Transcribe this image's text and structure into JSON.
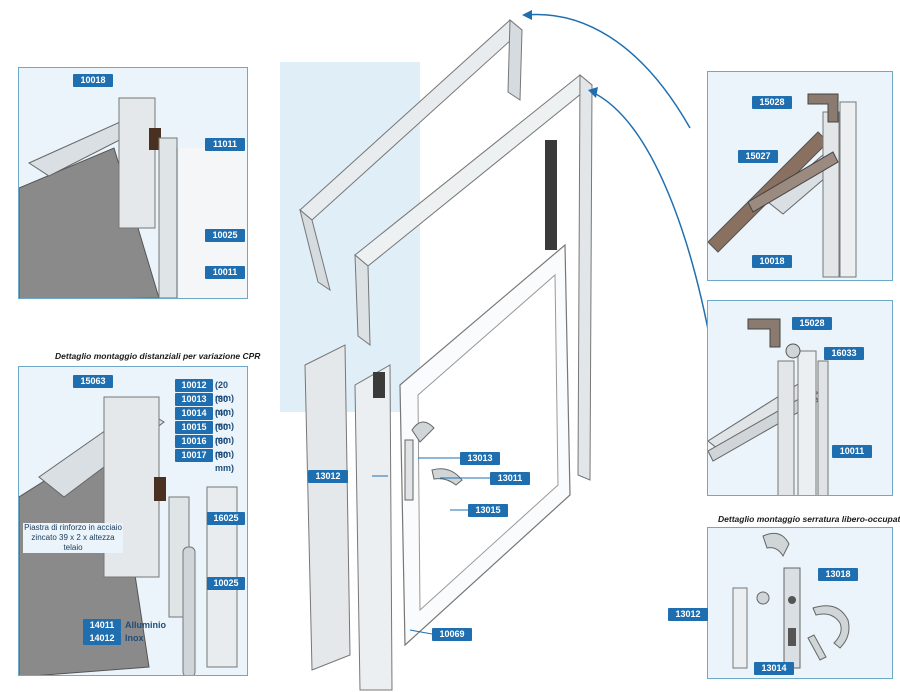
{
  "captions": {
    "cpr_detail": "Dettaglio montaggio distanziali per variazione CPR",
    "lock_detail": "Dettaglio montaggio serratura libero-occupato"
  },
  "panel_top_left": {
    "codes": [
      "10018",
      "11011",
      "10025",
      "10011"
    ]
  },
  "panel_mid_left": {
    "code_top": "15063",
    "spacers": [
      {
        "code": "10012",
        "size": "(20 mm)"
      },
      {
        "code": "10013",
        "size": "(30 mm)"
      },
      {
        "code": "10014",
        "size": "(40 mm)"
      },
      {
        "code": "10015",
        "size": "(50 mm)"
      },
      {
        "code": "10016",
        "size": "(60 mm)"
      },
      {
        "code": "10017",
        "size": "(80 mm)"
      }
    ],
    "note": "Piastra di rinforzo in acciaio zincato 39 x 2 x altezza telaio",
    "codes_right": [
      "16025",
      "10025"
    ],
    "hinges": [
      {
        "code": "14011",
        "material": "Alluminio"
      },
      {
        "code": "14012",
        "material": "Inox"
      }
    ]
  },
  "panel_top_right": {
    "codes": [
      "15028",
      "15027",
      "10018"
    ]
  },
  "panel_mid_right": {
    "codes": [
      "15028",
      "16033",
      "10011"
    ]
  },
  "panel_bottom_right": {
    "codes": [
      "13012",
      "13018",
      "13014"
    ]
  },
  "center": {
    "codes": [
      "13012",
      "13013",
      "13011",
      "13015",
      "10069"
    ]
  },
  "colors": {
    "tag_bg": "#1f6fb0",
    "panel_bg": "#eaf4fa",
    "arrow": "#1f6fb0",
    "metal": "#d9dfe3"
  }
}
